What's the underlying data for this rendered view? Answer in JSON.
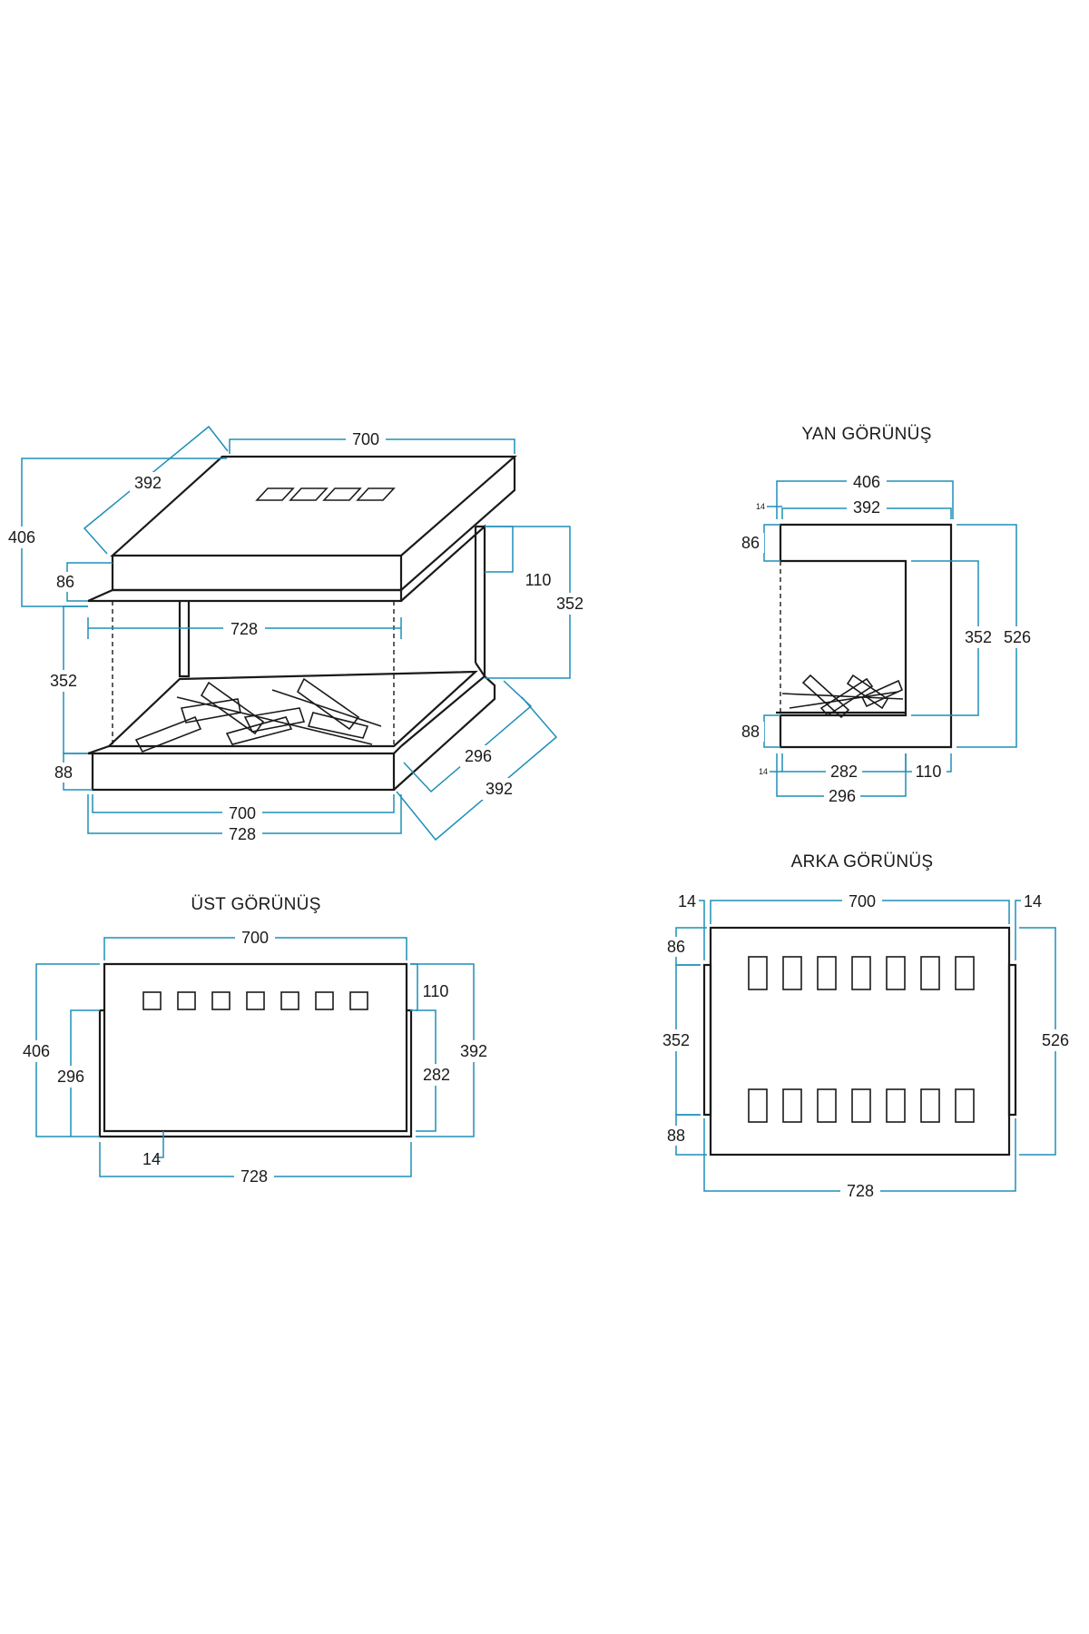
{
  "views": {
    "iso": {
      "dims": {
        "top_width": "700",
        "top_depth": "392",
        "height_total": "406",
        "top_thickness": "86",
        "inner_width": "728",
        "side_110": "110",
        "side_352": "352",
        "left_352": "352",
        "base_88": "88",
        "base_depth_296": "296",
        "base_depth_392": "392",
        "bottom_700": "700",
        "bottom_728": "728"
      }
    },
    "side": {
      "title": "YAN GÖRÜNÜŞ",
      "dims": {
        "w406": "406",
        "w392": "392",
        "d14_top": "14",
        "h86": "86",
        "h352": "352",
        "h526": "526",
        "h88": "88",
        "d14_bottom": "14",
        "w282": "282",
        "w110": "110",
        "w296": "296"
      }
    },
    "top": {
      "title": "ÜST GÖRÜNÜŞ",
      "dims": {
        "w700": "700",
        "h406": "406",
        "h296": "296",
        "d110": "110",
        "d282": "282",
        "d392": "392",
        "d14": "14",
        "w728": "728"
      }
    },
    "back": {
      "title": "ARKA  GÖRÜNÜŞ",
      "dims": {
        "l14": "14",
        "w700": "700",
        "r14": "14",
        "h86": "86",
        "h352": "352",
        "h88": "88",
        "h526": "526",
        "w728": "728"
      }
    }
  }
}
